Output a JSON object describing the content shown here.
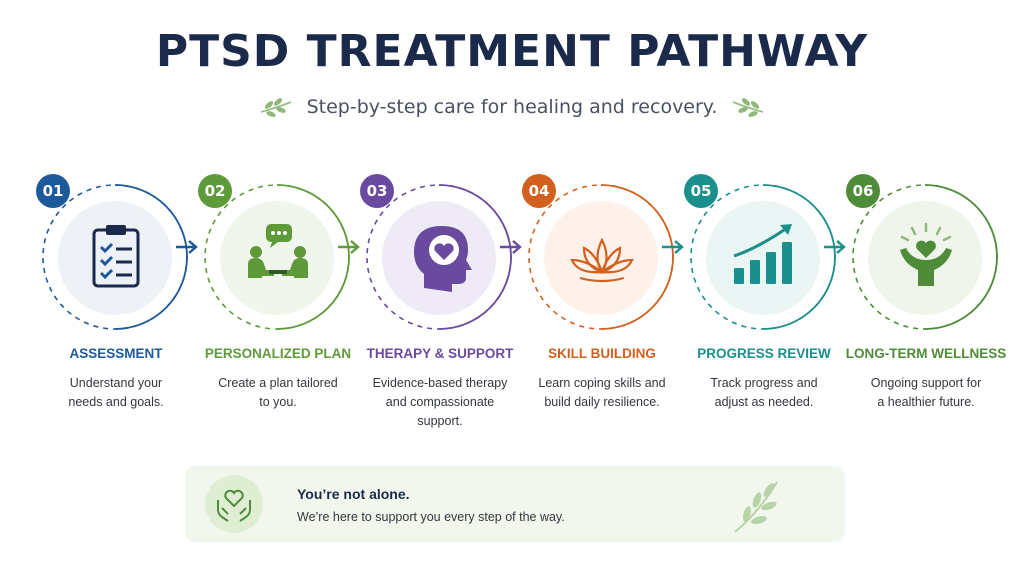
{
  "title": "PTSD TREATMENT PATHWAY",
  "subtitle": "Step-by-step care for healing and recovery.",
  "steps": [
    {
      "number": "01",
      "title": "ASSESSMENT",
      "desc1": "Understand your",
      "desc2": "needs and goals.",
      "desc3": "",
      "color": "#1d5a9a",
      "bg": "#eef2f7",
      "icon": "clipboard-checklist-icon"
    },
    {
      "number": "02",
      "title": "PERSONALIZED PLAN",
      "desc1": "Create a plan tailored",
      "desc2": "to you.",
      "desc3": "",
      "color": "#5e9a3a",
      "bg": "#f1f6ec",
      "icon": "conversation-people-icon"
    },
    {
      "number": "03",
      "title": "THERAPY & SUPPORT",
      "desc1": "Evidence-based therapy",
      "desc2": "and compassionate",
      "desc3": "support.",
      "color": "#6a4a9e",
      "bg": "#efebf6",
      "icon": "head-heart-icon"
    },
    {
      "number": "04",
      "title": "SKILL BUILDING",
      "desc1": "Learn coping skills and",
      "desc2": "build daily resilience.",
      "desc3": "",
      "color": "#d2601f",
      "bg": "#fdf1ea",
      "icon": "lotus-icon"
    },
    {
      "number": "05",
      "title": "PROGRESS REVIEW",
      "desc1": "Track progress and",
      "desc2": "adjust as needed.",
      "desc3": "",
      "color": "#1a8f8b",
      "bg": "#ebf5f4",
      "icon": "growth-chart-icon"
    },
    {
      "number": "06",
      "title": "LONG-TERM WELLNESS",
      "desc1": "Ongoing support for",
      "desc2": "a healthier future.",
      "desc3": "",
      "color": "#4f8c3a",
      "bg": "#f0f5ec",
      "icon": "person-heart-icon"
    }
  ],
  "banner": {
    "title": "You’re not alone.",
    "text": "We’re here to support you every step of the way."
  },
  "colors": {
    "title": "#1b2a4a",
    "leaf": "#8fb87a",
    "banner_bg": "#f2f7ee"
  }
}
